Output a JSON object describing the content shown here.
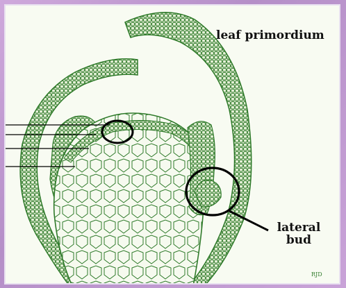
{
  "labels": {
    "leaf_primordium": "leaf primordium",
    "lateral_line1": "lateral",
    "lateral_line2": "bud"
  },
  "signature": "RJD",
  "colors": {
    "tissue": "#2f7a2a",
    "tissue_fill": "#dcebc9",
    "frame_bg": "#f8fbf2",
    "outer_bg": "#c9a3d8",
    "annotation": "#000000"
  }
}
